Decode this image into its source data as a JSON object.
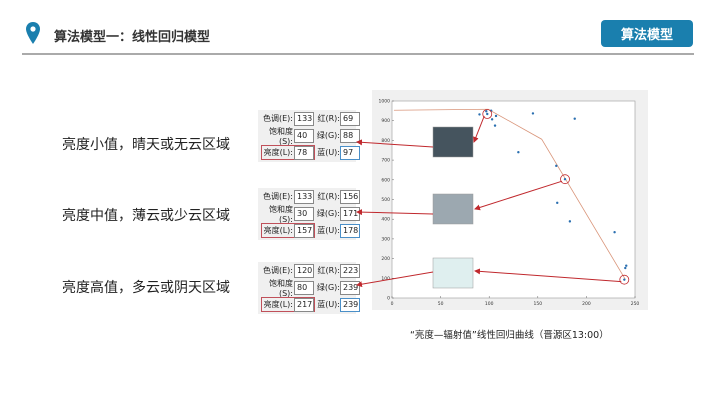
{
  "header": {
    "title": "算法模型一：线性回归模型",
    "badge": "算法模型"
  },
  "regions": [
    {
      "label": "亮度小值，晴天或无云区域",
      "hue": "133",
      "sat": "40",
      "lum": "78",
      "red": "69",
      "green": "88",
      "blue": "97",
      "swatch": "#45545e"
    },
    {
      "label": "亮度中值，薄云或少云区域",
      "hue": "133",
      "sat": "30",
      "lum": "157",
      "red": "156",
      "green": "171",
      "blue": "178",
      "swatch": "#9ca8b0"
    },
    {
      "label": "亮度高值，多云或阴天区域",
      "hue": "120",
      "sat": "80",
      "lum": "217",
      "red": "223",
      "green": "239",
      "blue": "239",
      "swatch": "#dfefef"
    }
  ],
  "field_labels": {
    "hue": "色调(E):",
    "sat": "饱和度(S):",
    "lum": "亮度(L):",
    "red": "红(R):",
    "green": "绿(G):",
    "blue": "蓝(U):"
  },
  "caption": "“亮度—辐射值”线性回归曲线（晋源区13:00）",
  "chart_data": {
    "type": "scatter",
    "xlim": [
      0,
      250
    ],
    "ylim": [
      0,
      1000
    ],
    "xticks": [
      "0",
      "50",
      "100",
      "150",
      "200",
      "250"
    ],
    "yticks": [
      "0",
      "100",
      "200",
      "300",
      "400",
      "500",
      "600",
      "700",
      "800",
      "900",
      "1000"
    ],
    "points": [
      [
        90,
        932
      ],
      [
        97,
        948
      ],
      [
        98,
        934
      ],
      [
        102,
        951
      ],
      [
        103,
        907
      ],
      [
        106,
        875
      ],
      [
        107,
        924
      ],
      [
        130,
        740
      ],
      [
        145,
        937
      ],
      [
        169,
        671
      ],
      [
        178,
        603
      ],
      [
        188,
        910
      ],
      [
        170,
        483
      ],
      [
        183,
        389
      ],
      [
        229,
        334
      ],
      [
        239,
        93
      ],
      [
        240,
        152
      ],
      [
        241,
        164
      ]
    ],
    "fit_line": [
      [
        2,
        953
      ],
      [
        99,
        958
      ],
      [
        154,
        806
      ],
      [
        240,
        95
      ]
    ],
    "highlighted": [
      [
        98,
        934
      ],
      [
        178,
        603
      ],
      [
        239,
        93
      ]
    ]
  }
}
